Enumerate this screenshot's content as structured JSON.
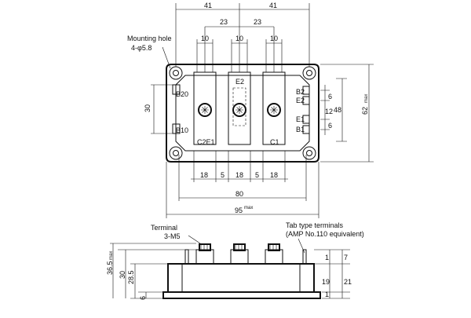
{
  "labels": {
    "mounting_hole_1": "Mounting hole",
    "mounting_hole_2": "4-φ5.8",
    "terminal_1": "Terminal",
    "terminal_2": "3-M5",
    "tab_1": "Tab type terminals",
    "tab_2": "(AMP No.110 equivalent)",
    "b20": "B20",
    "b10": "B10",
    "e2_top": "E2",
    "c2e1": "C2E1",
    "c1": "C1",
    "b2": "B2",
    "e2_side": "E2",
    "e1": "E1",
    "b1": "B1"
  },
  "dims": {
    "top_41_left": "41",
    "top_41_right": "41",
    "top_23_left": "23",
    "top_23_right": "23",
    "top_10_a": "10",
    "top_10_b": "10",
    "top_10_c": "10",
    "left_30": "30",
    "right_6_a": "6",
    "right_12": "12",
    "right_6_b": "6",
    "right_48": "48",
    "right_62": "62",
    "right_62_sup": "max",
    "bot_18_a": "18",
    "bot_5": "5",
    "bot_18_b": "18",
    "bot_5_b": "5",
    "bot_18_c": "18",
    "bot_80": "80",
    "bot_95": "95",
    "bot_95_sup": "max",
    "side_36_5": "36.5",
    "side_36_5_sup": "max",
    "side_30": "30",
    "side_28_5": "28.5",
    "side_6": "6",
    "side_1_a": "1",
    "side_7": "7",
    "side_19": "19",
    "side_21": "21",
    "side_1_b": "1"
  }
}
